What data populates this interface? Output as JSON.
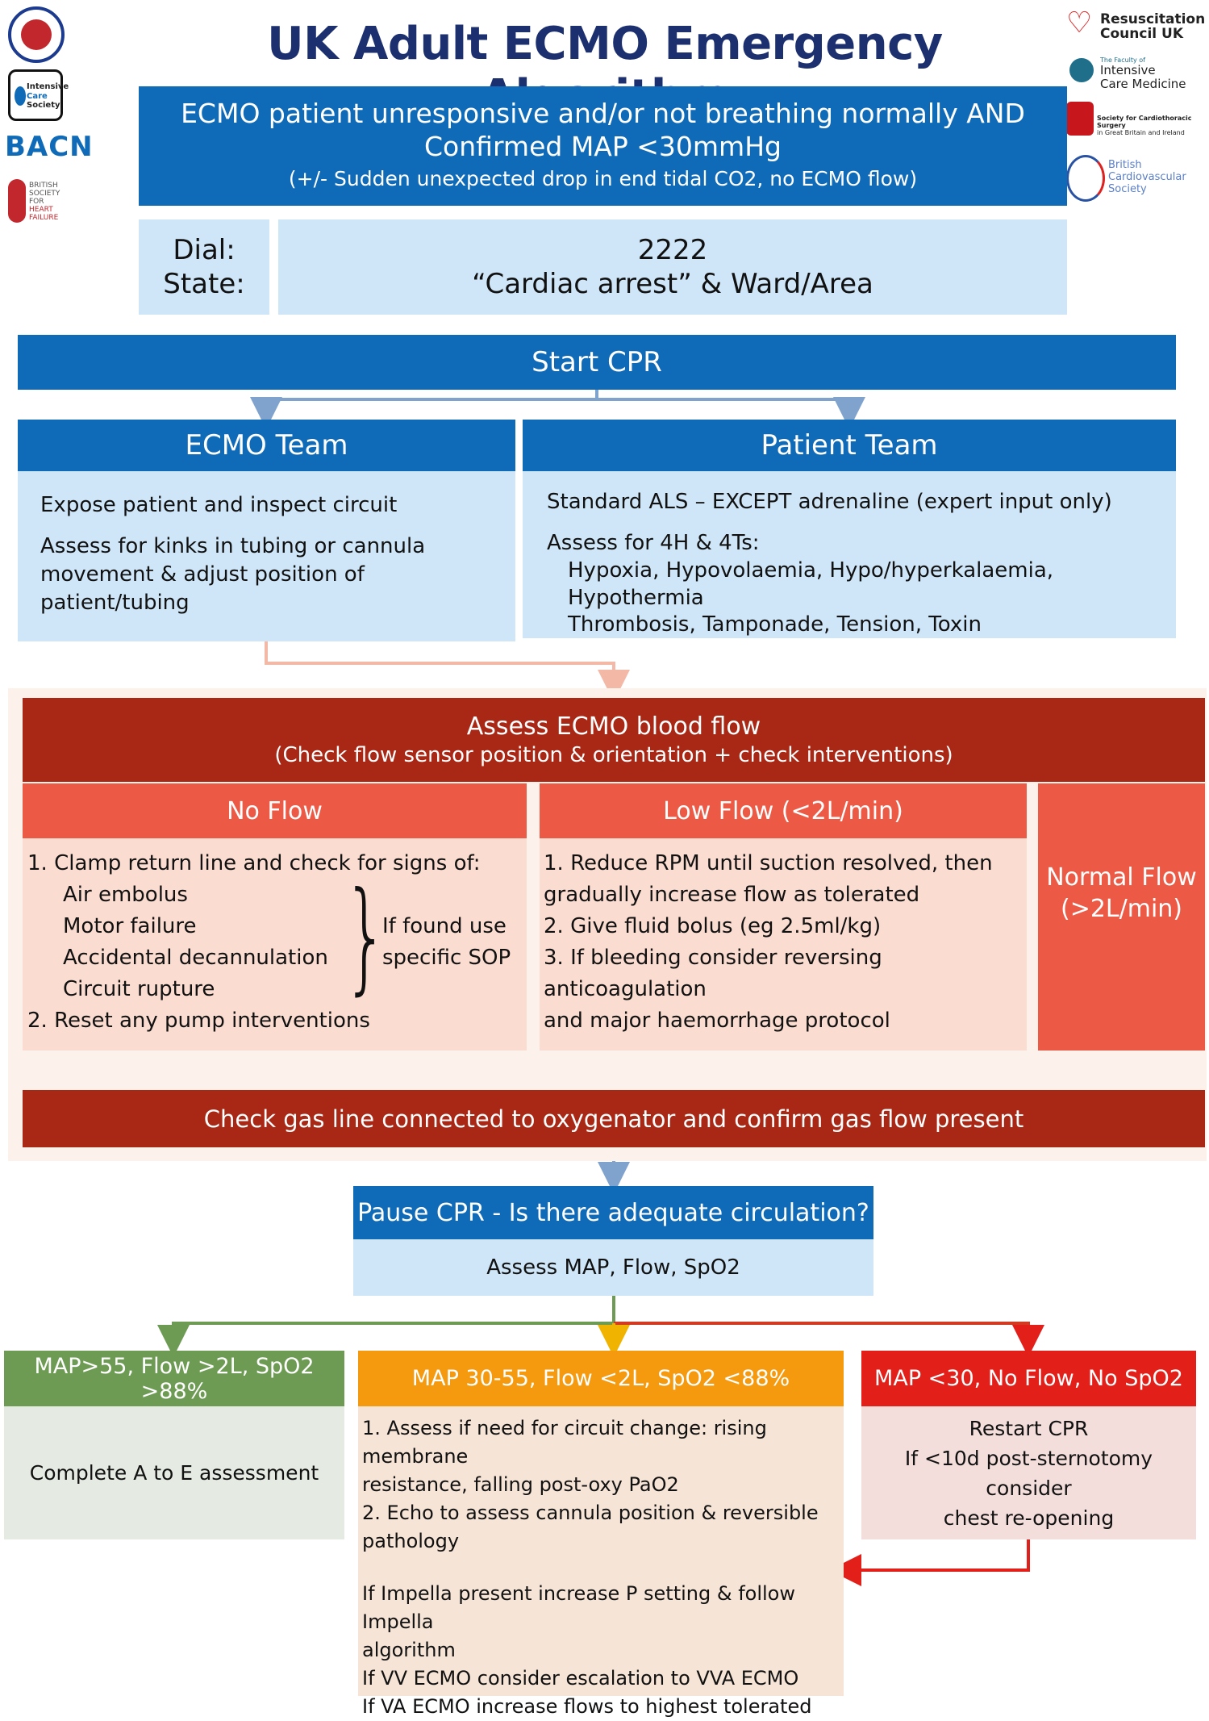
{
  "title": "UK Adult ECMO Emergency Algorithm",
  "logos": {
    "rcuk_line1": "Resuscitation",
    "rcuk_line2": "Council UK",
    "ficm_small": "The Faculty of",
    "ficm_line1": "Intensive",
    "ficm_line2": "Care Medicine",
    "scts_line1": "Society for Cardiothoracic Surgery",
    "scts_line2": "in Great Britain and Ireland",
    "bcs_line1": "British",
    "bcs_line2": "Cardiovascular",
    "bcs_line3": "Society",
    "ics_line1": "Intensive",
    "ics_line2": "Care",
    "ics_line3": "Society",
    "bacn": "BACN",
    "bsh_line1": "BRITISH",
    "bsh_line2": "SOCIETY",
    "bsh_line3": "FOR",
    "bsh_line4": "HEART",
    "bsh_line5": "FAILURE"
  },
  "trigger": {
    "line1": "ECMO patient unresponsive and/or not breathing normally AND",
    "line2": "Confirmed MAP <30mmHg",
    "line3": "(+/- Sudden unexpected drop in end tidal CO2, no ECMO flow)"
  },
  "dial": {
    "label1": "Dial:",
    "label2": "State:",
    "value1": "2222",
    "value2": "“Cardiac arrest” & Ward/Area"
  },
  "start_cpr": "Start CPR",
  "ecmo_team": {
    "header": "ECMO Team",
    "line1": "Expose patient and inspect circuit",
    "line2": "Assess for kinks in tubing or cannula",
    "line3": "movement & adjust position of patient/tubing"
  },
  "patient_team": {
    "header": "Patient Team",
    "line1": "Standard ALS – EXCEPT adrenaline (expert input only)",
    "line2": "Assess for 4H & 4Ts:",
    "line3": "Hypoxia, Hypovolaemia, Hypo/hyperkalaemia, Hypothermia",
    "line4": "Thrombosis, Tamponade, Tension, Toxin"
  },
  "assess_flow": {
    "line1": "Assess ECMO blood flow",
    "line2": "(Check flow sensor position & orientation + check interventions)"
  },
  "no_flow": {
    "header": "No Flow",
    "line1": "1. Clamp return line and check for signs of:",
    "sign1": "Air embolus",
    "sign2": "Motor failure",
    "sign3": "Accidental decannulation",
    "sign4": "Circuit rupture",
    "sop1": "If found use",
    "sop2": "specific SOP",
    "line2": "2. Reset any pump interventions"
  },
  "low_flow": {
    "header": "Low Flow (<2L/min)",
    "line1": "1. Reduce RPM until suction resolved, then",
    "line2": "gradually increase flow as tolerated",
    "line3": "2. Give fluid bolus (eg 2.5ml/kg)",
    "line4": "3. If bleeding consider reversing anticoagulation",
    "line5": "and major haemorrhage protocol"
  },
  "normal_flow": {
    "line1": "Normal Flow",
    "line2": "(>2L/min)"
  },
  "gas_check": "Check gas line connected to oxygenator and confirm gas flow present",
  "pause_cpr": {
    "header": "Pause CPR - Is there adequate circulation?",
    "body": "Assess MAP, Flow, SpO2"
  },
  "outcome_good": {
    "header": "MAP>55, Flow >2L, SpO2 >88%",
    "body": "Complete A to E assessment"
  },
  "outcome_mid": {
    "header": "MAP 30-55, Flow <2L, SpO2 <88%",
    "line1": "1. Assess if need for circuit change: rising membrane",
    "line2": "resistance, falling post-oxy PaO2",
    "line3": "2. Echo to assess cannula position & reversible",
    "line4": "pathology",
    "line5": "If Impella present increase P setting & follow Impella",
    "line6": "algorithm",
    "line7": "If VV ECMO consider escalation to VVA ECMO",
    "line8": "If VA ECMO increase flows to highest tolerated"
  },
  "outcome_bad": {
    "header": "MAP <30, No Flow, No SpO2",
    "line1": "Restart CPR",
    "line2": "If <10d post-sternotomy consider",
    "line3": "chest re-opening"
  },
  "colors": {
    "blue": "#0f6ab8",
    "lightblue": "#cfe6f8",
    "darkred": "#a82715",
    "red": "#ec5a45",
    "green": "#6e9b54",
    "orange": "#f59a0e",
    "brightred": "#e21f18",
    "title": "#1c2f6e"
  }
}
